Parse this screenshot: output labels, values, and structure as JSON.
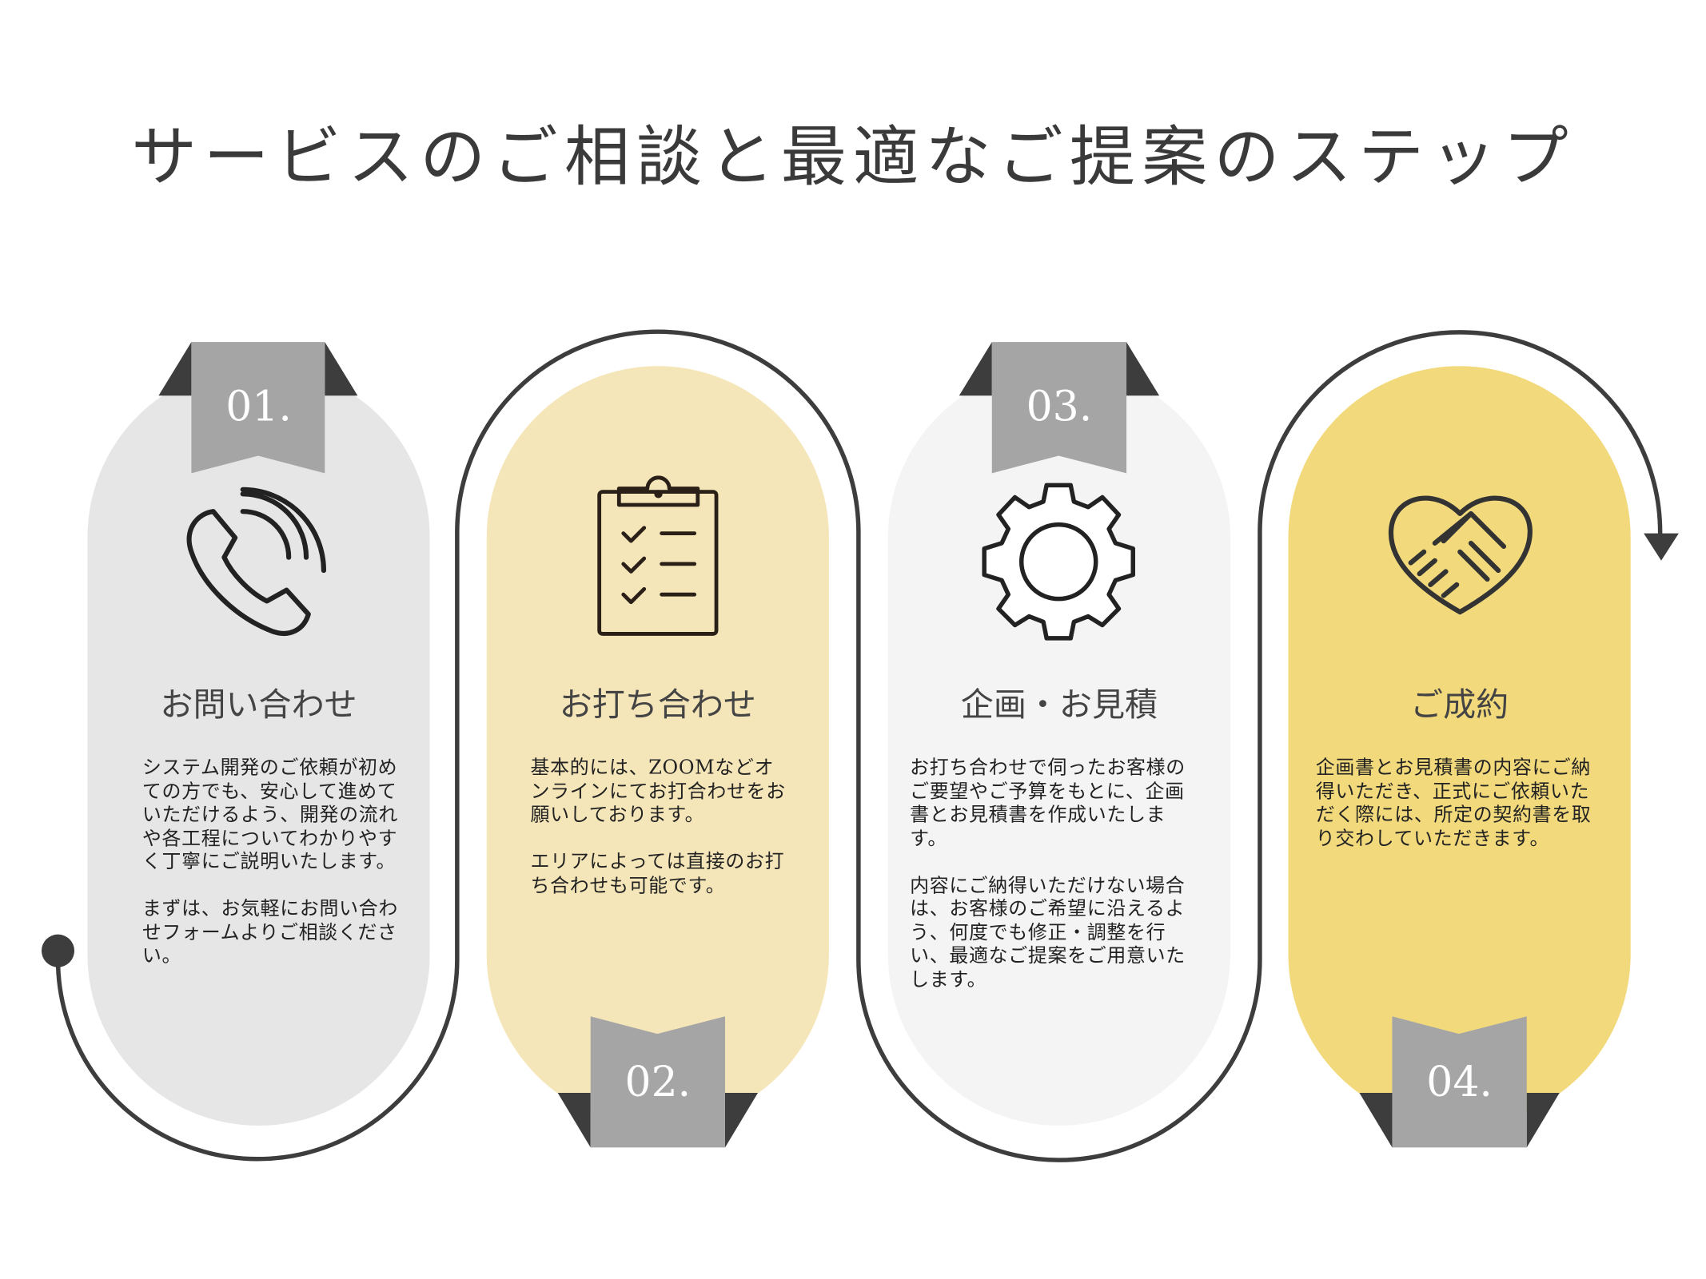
{
  "title": "サービスのご相談と最適なご提案のステップ",
  "colors": {
    "card1": "#e6e6e6",
    "card2": "#f5e6b9",
    "card3": "#f4f4f4",
    "card4": "#f1d97c",
    "ribbon": "#a5a5a5",
    "line": "#3d3d3d"
  },
  "steps": [
    {
      "number": "01.",
      "icon": "phone-icon",
      "heading": "お問い合わせ",
      "body": "システム開発のご依頼が初めての方でも、安心して進めていただけるよう、開発の流れや各工程についてわかりやすく丁寧にご説明いたします。\n\nまずは、お気軽にお問い合わせフォームよりご相談ください。"
    },
    {
      "number": "02.",
      "icon": "clipboard-checklist-icon",
      "heading": "お打ち合わせ",
      "body": "基本的には、ZOOMなどオンラインにてお打合わせをお願いしております。\n\nエリアによっては直接のお打ち合わせも可能です。"
    },
    {
      "number": "03.",
      "icon": "gear-icon",
      "heading": "企画・お見積",
      "body": "お打ち合わせで伺ったお客様のご要望やご予算をもとに、企画書とお見積書を作成いたします。\n\n内容にご納得いただけない場合は、お客様のご希望に沿えるよう、何度でも修正・調整を行い、最適なご提案をご用意いたします。"
    },
    {
      "number": "04.",
      "icon": "handshake-heart-icon",
      "heading": "ご成約",
      "body": "企画書とお見積書の内容にご納得いただき、正式にご依頼いただく際には、所定の契約書を取り交わしていただきます。"
    }
  ]
}
